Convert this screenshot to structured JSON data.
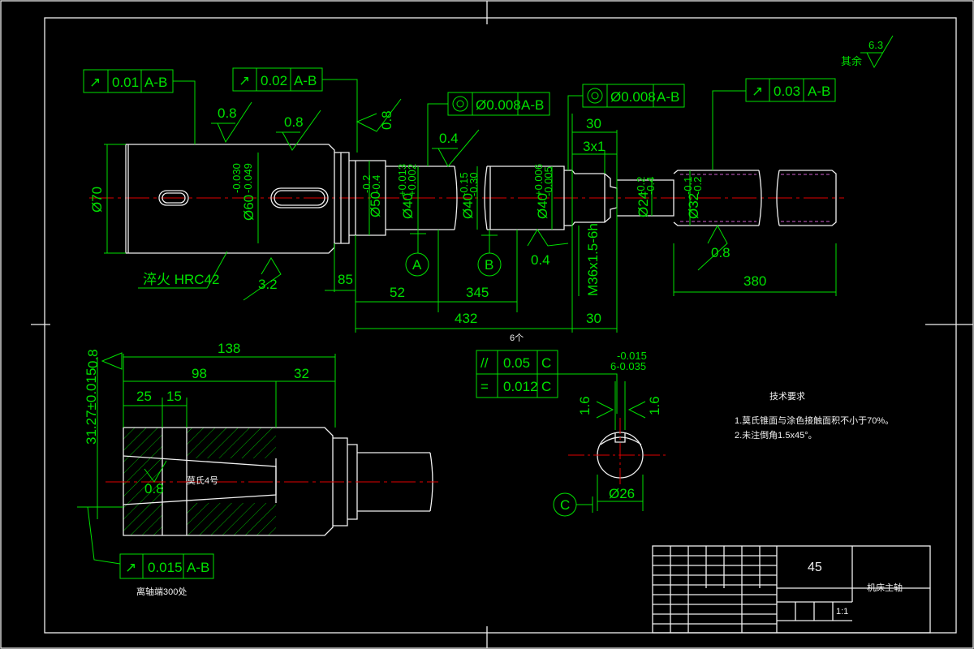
{
  "tolerance_frames": {
    "runout_a": {
      "symbol": "↗",
      "value": "0.01",
      "datum": "A-B"
    },
    "runout_b": {
      "symbol": "↗",
      "value": "0.02",
      "datum": "A-B"
    },
    "concentric_a": {
      "symbol": "◎",
      "value": "Ø0.008",
      "datum": "A-B"
    },
    "concentric_b": {
      "symbol": "◎",
      "value": "Ø0.008",
      "datum": "A-B"
    },
    "runout_c": {
      "symbol": "↗",
      "value": "0.03",
      "datum": "A-B"
    },
    "runout_bottom": {
      "symbol": "↗",
      "value": "0.015",
      "datum": "A-B"
    },
    "parallel": {
      "symbol": "//",
      "value": "0.05",
      "datum": "C"
    },
    "symmetry": {
      "symbol": "=",
      "value": "0.012",
      "datum": "C"
    }
  },
  "roughness": {
    "r1": "0.8",
    "r2": "0.8",
    "r3": "0.8",
    "r4": "0.4",
    "r5": "0.4",
    "r6": "3.2",
    "r7": "0.8",
    "r8": "0.8",
    "r9": "0.8",
    "r10": "1.6",
    "r11": "1.6",
    "corner": "6.3",
    "corner_note": "其余"
  },
  "diameters": {
    "d70": "Ø70",
    "d60": "Ø60",
    "d60_tol_top": "-0.030",
    "d60_tol_bot": "-0.049",
    "d50": "Ø50",
    "d50_tol_top": "-0.2",
    "d50_tol_bot": "-0.4",
    "d40a": "Ø40",
    "d40a_tol_top": "+0.013",
    "d40a_tol_bot": "+0.002",
    "d40b": "Ø40",
    "d40b_tol_top": "-0.15",
    "d40b_tol_bot": "-0.30",
    "d40c": "Ø40",
    "d40c_tol_top": "+0.006",
    "d40c_tol_bot": "-0.005",
    "d24": "Ø24",
    "d24_tol_top": "-0.2",
    "d24_tol_bot": "-0.4",
    "d32": "Ø32",
    "d32_tol_top": "-0.1",
    "d32_tol_bot": "-0.2",
    "d26": "Ø26"
  },
  "dimensions": {
    "l30_top": "30",
    "l3x1": "3x1",
    "l85": "85",
    "l52": "52",
    "l345": "345",
    "l432": "432",
    "l30_bot": "30",
    "l380": "380",
    "thread": "M36x1.5-6h",
    "l138": "138",
    "l98": "98",
    "l32": "32",
    "l25": "25",
    "l15": "15",
    "l31": "31.27±0.015",
    "key_tol_top": "-0.015",
    "key_width": "6-0.035"
  },
  "notes": {
    "hardness": "淬火 HRC42",
    "datum_a": "A",
    "datum_b": "B",
    "datum_c": "C",
    "taper": "莫氏4号",
    "taper_depth": "离轴端300处",
    "key_note": "6个"
  },
  "tech_req": {
    "title": "技术要求",
    "line1": "1.莫氏锥面与涂色接触面积不小于70%。",
    "line2": "2.未注倒角1.5x45°。"
  },
  "title_block": {
    "material": "45",
    "part_name": "机床主轴",
    "scale": "1:1"
  }
}
